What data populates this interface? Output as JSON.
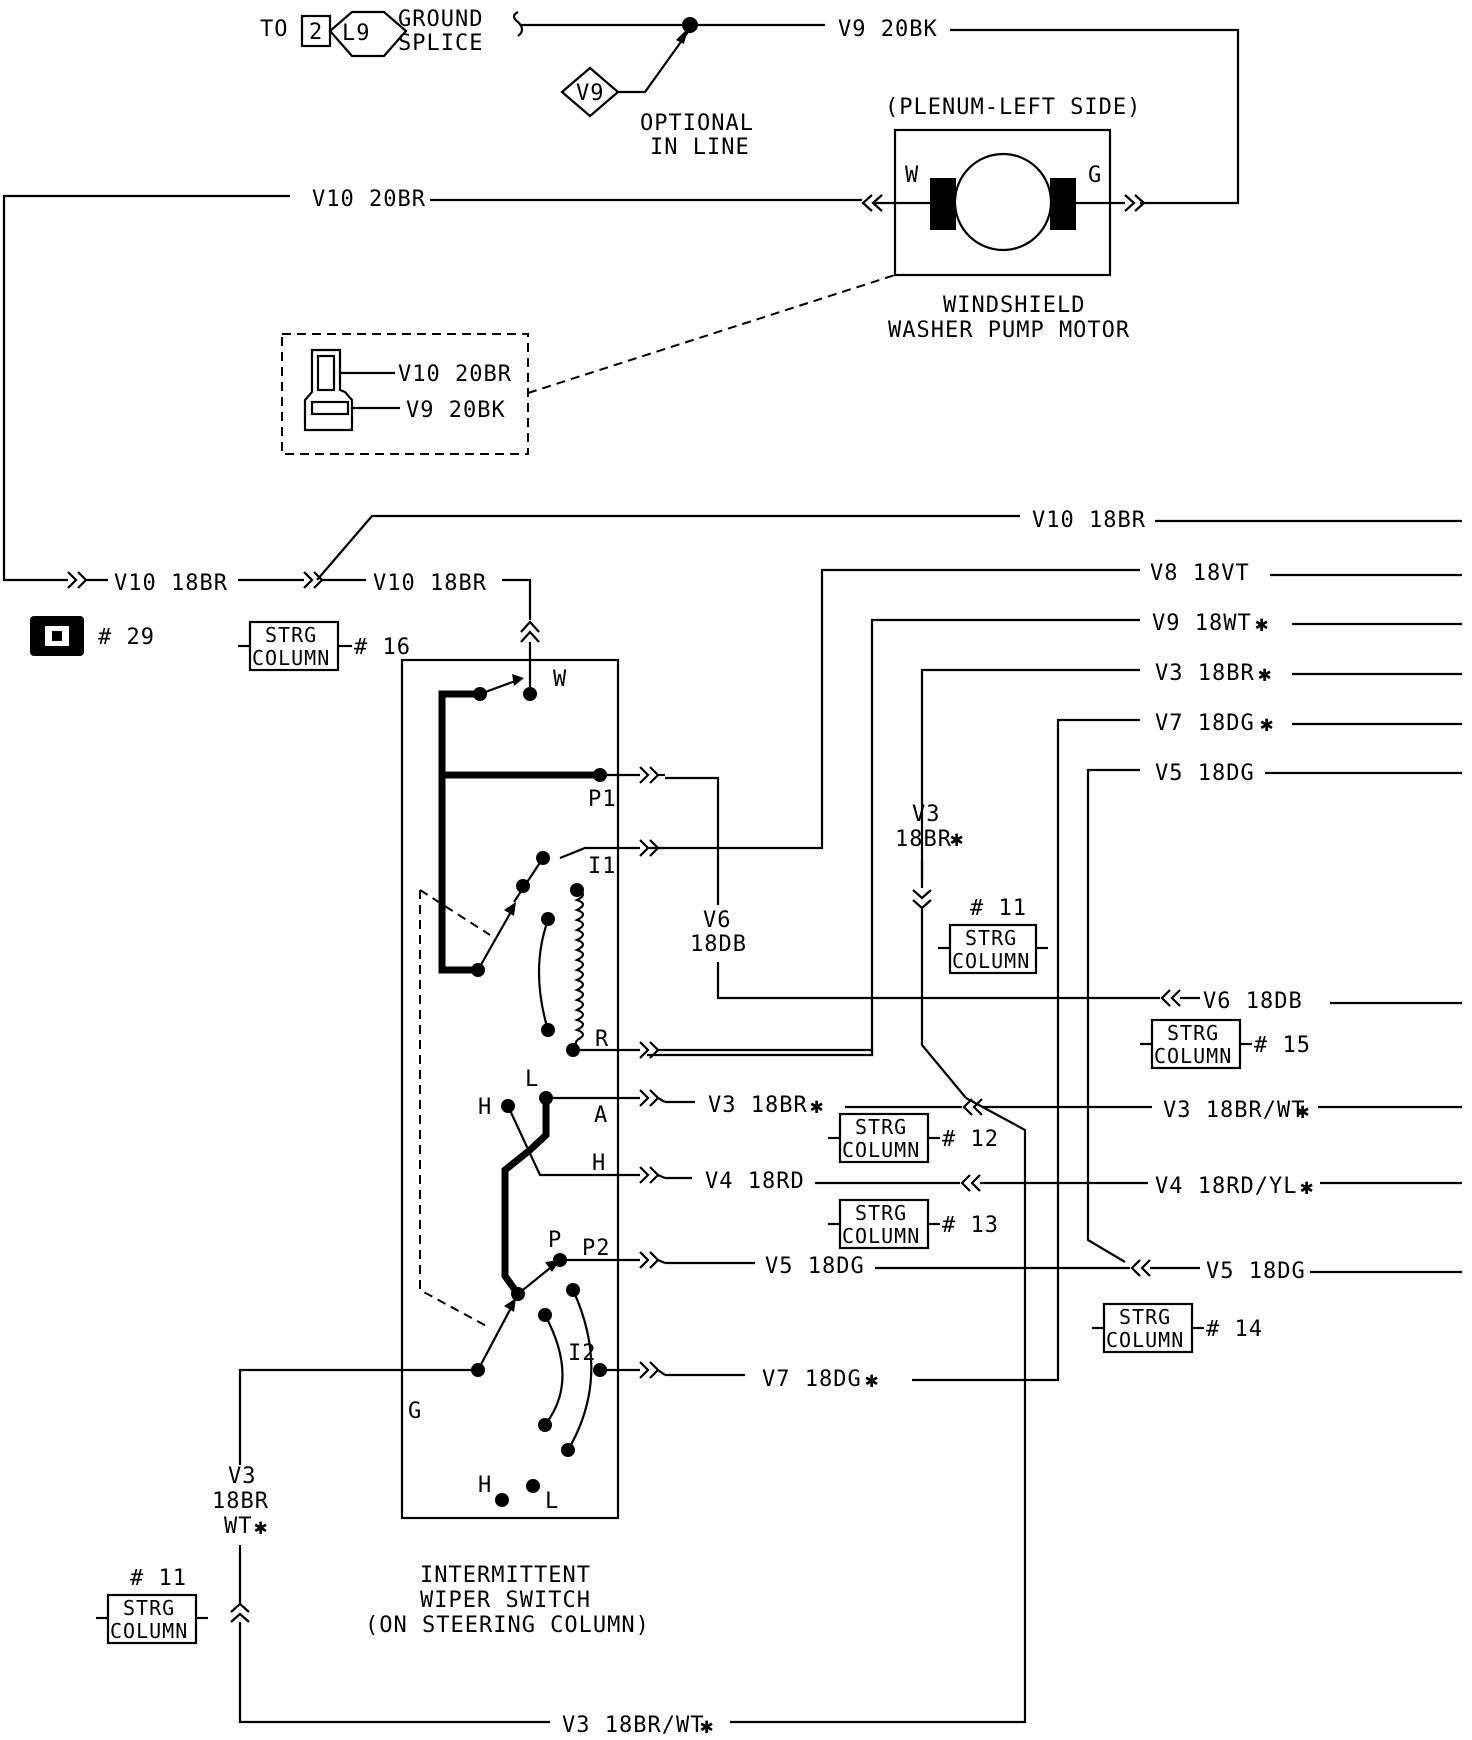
{
  "ground_splice": {
    "to": "TO",
    "circle_num": "2",
    "splice_id": "L9",
    "label_1": "GROUND",
    "label_2": "SPLICE"
  },
  "optional_splice": {
    "id": "V9",
    "label_1": "OPTIONAL",
    "label_2": "IN LINE"
  },
  "pump_motor": {
    "location": "(PLENUM-LEFT SIDE)",
    "terminal_w": "W",
    "terminal_g": "G",
    "name_1": "WINDSHIELD",
    "name_2": "WASHER PUMP MOTOR"
  },
  "pump_connector": {
    "wire_1": "V10 20BR",
    "wire_2": "V9 20BK"
  },
  "wires": {
    "v9_20bk": "V9 20BK",
    "v10_20br": "V10 20BR",
    "v10_18br_left": "V10 18BR",
    "v10_18br_mid": "V10 18BR",
    "v10_18br_top": "V10 18BR",
    "v8_18vt": "V8 18VT",
    "v9_18wt": "V9 18WT",
    "v3_18br_right": "V3 18BR",
    "v7_18dg_right": "V7 18DG",
    "v5_18dg_top": "V5 18DG",
    "v3_vertical_1": "V3",
    "v3_vertical_2": "18BR",
    "v6_vertical_1": "V6",
    "v6_vertical_2": "18DB",
    "v6_18db": "V6 18DB",
    "v3_18br_a": "V3 18BR",
    "v3_18br_wt_right": "V3 18BR/WT",
    "v4_18rd": "V4 18RD",
    "v4_18rd_yl": "V4 18RD/YL",
    "v5_18dg_p2": "V5 18DG",
    "v5_18dg_right": "V5 18DG",
    "v7_18dg_i2": "V7 18DG",
    "v3_left_1": "V3",
    "v3_left_2": "18BR",
    "v3_left_3": "WT",
    "v3_18br_wt_bottom": "V3 18BR/WT"
  },
  "asterisk": "✱",
  "connector_29": {
    "label": "# 29"
  },
  "strg_column": {
    "line_1": "STRG",
    "line_2": "COLUMN",
    "refs": {
      "n16": "# 16",
      "n11_top": "# 11",
      "n15": "# 15",
      "n12": "# 12",
      "n13": "# 13",
      "n14": "# 14",
      "n11_bottom": "# 11"
    }
  },
  "switch": {
    "terminals": {
      "w": "W",
      "p1": "P1",
      "i1": "I1",
      "r": "R",
      "a": "A",
      "h_out": "H",
      "l_top": "L",
      "h_top": "H",
      "p": "P",
      "p2": "P2",
      "i2": "I2",
      "g": "G",
      "h_bottom": "H",
      "l_bottom": "L"
    },
    "name_1": "INTERMITTENT",
    "name_2": "WIPER SWITCH",
    "name_3": "(ON STEERING COLUMN)"
  }
}
